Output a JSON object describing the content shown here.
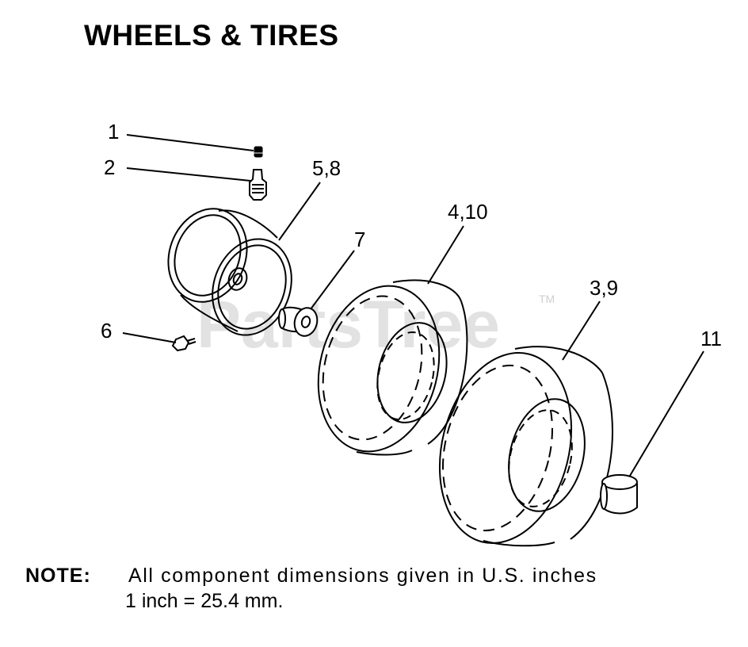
{
  "title": "WHEELS & TIRES",
  "watermark": {
    "text": "PartsTree",
    "tm": "TM"
  },
  "callouts": {
    "c1": "1",
    "c2": "2",
    "c3_9": "3,9",
    "c4_10": "4,10",
    "c5_8": "5,8",
    "c6": "6",
    "c7": "7",
    "c11": "11"
  },
  "note": {
    "label": "NOTE:",
    "line1": "All component dimensions given in U.S. inches",
    "line2": "1 inch = 25.4 mm."
  }
}
